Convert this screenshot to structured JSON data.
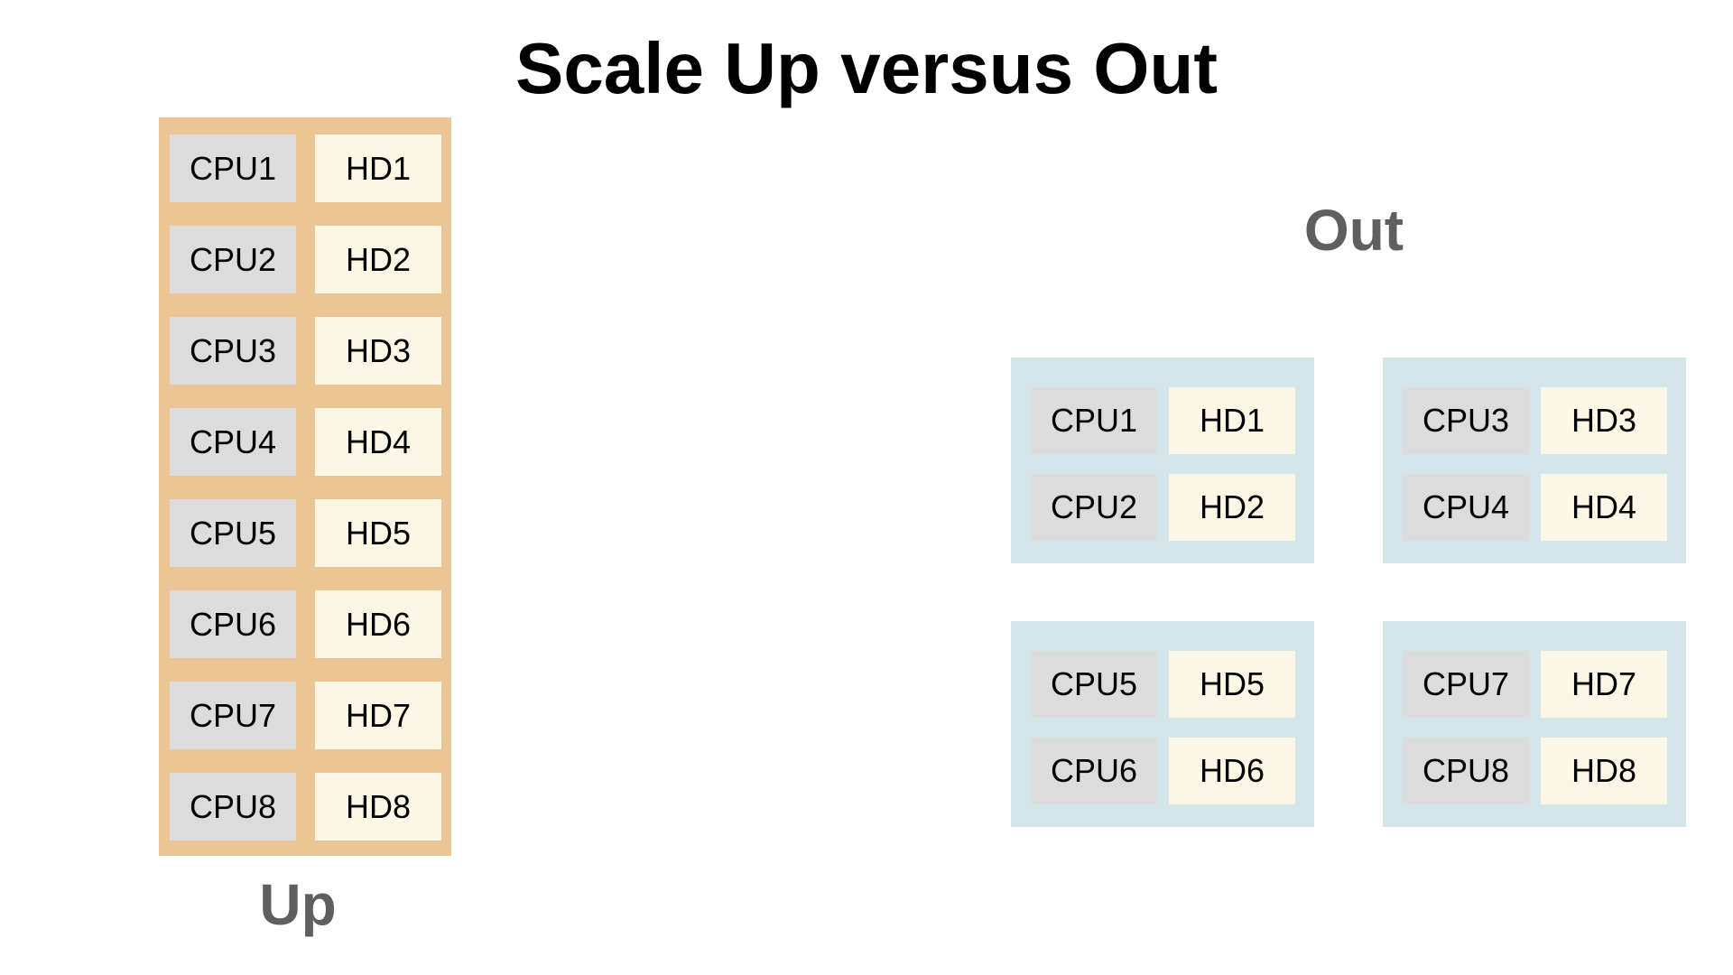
{
  "title": "Scale Up versus Out",
  "colors": {
    "up_server": "#ecc594",
    "out_server": "#d4e6ea",
    "cpu": "#dcdcdc",
    "hd": "#fcf6e4",
    "label": "#5f5f5f"
  },
  "up": {
    "label": "Up",
    "rows": [
      {
        "cpu": "CPU1",
        "hd": "HD1"
      },
      {
        "cpu": "CPU2",
        "hd": "HD2"
      },
      {
        "cpu": "CPU3",
        "hd": "HD3"
      },
      {
        "cpu": "CPU4",
        "hd": "HD4"
      },
      {
        "cpu": "CPU5",
        "hd": "HD5"
      },
      {
        "cpu": "CPU6",
        "hd": "HD6"
      },
      {
        "cpu": "CPU7",
        "hd": "HD7"
      },
      {
        "cpu": "CPU8",
        "hd": "HD8"
      }
    ]
  },
  "out": {
    "label": "Out",
    "servers": [
      {
        "rows": [
          {
            "cpu": "CPU1",
            "hd": "HD1"
          },
          {
            "cpu": "CPU2",
            "hd": "HD2"
          }
        ]
      },
      {
        "rows": [
          {
            "cpu": "CPU3",
            "hd": "HD3"
          },
          {
            "cpu": "CPU4",
            "hd": "HD4"
          }
        ]
      },
      {
        "rows": [
          {
            "cpu": "CPU5",
            "hd": "HD5"
          },
          {
            "cpu": "CPU6",
            "hd": "HD6"
          }
        ]
      },
      {
        "rows": [
          {
            "cpu": "CPU7",
            "hd": "HD7"
          },
          {
            "cpu": "CPU8",
            "hd": "HD8"
          }
        ]
      }
    ]
  }
}
